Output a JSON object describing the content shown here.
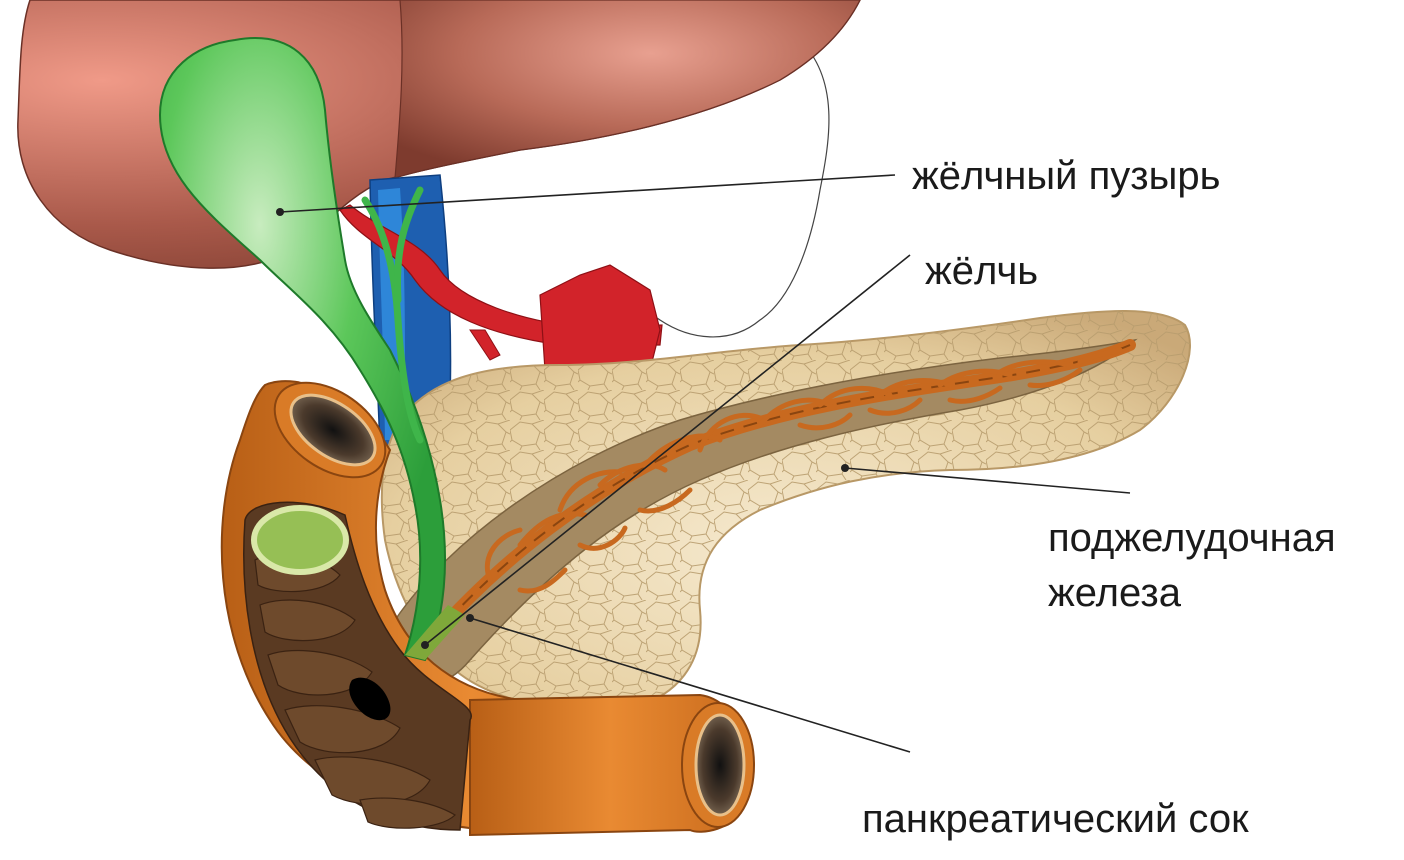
{
  "labels": {
    "gallbladder": "жёлчный пузырь",
    "bile": "жёлчь",
    "pancreas_line1": "поджелудочная",
    "pancreas_line2": "железа",
    "pancreatic_juice": "панкреатический сок"
  },
  "colors": {
    "liver": "#a4574a",
    "gallbladder": "#3fb54a",
    "vein": "#1e5fb0",
    "artery": "#d2232a",
    "pancreas": "#e7d3a9",
    "pancreatic_duct": "#c8691f",
    "duodenum": "#d97b27",
    "duodenum_interior": "#5a3a22"
  }
}
